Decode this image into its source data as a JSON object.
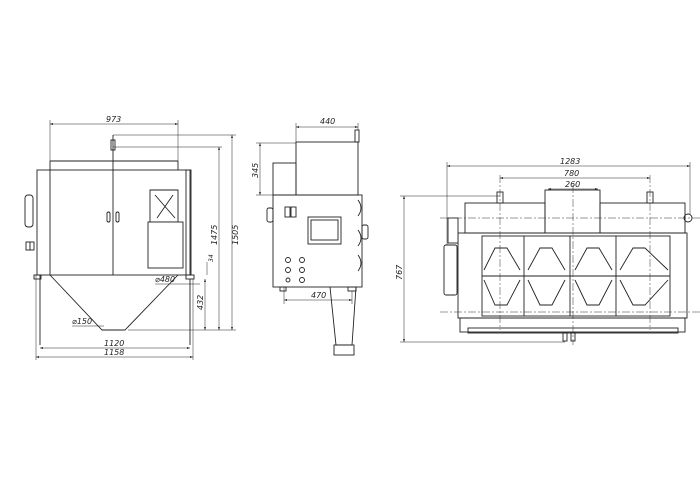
{
  "drawing": {
    "front_view": {
      "dimensions": {
        "top_width": "973",
        "overall_height": "1505",
        "body_height": "1475",
        "small_offset": "34",
        "outlet_diameter_large": "⌀480",
        "hopper_height": "432",
        "outlet_diameter_small": "⌀150",
        "inner_width": "1120",
        "overall_width": "1158"
      }
    },
    "side_view": {
      "dimensions": {
        "top_box_width": "440",
        "top_box_height": "345",
        "leg_spacing": "470"
      }
    },
    "top_view": {
      "dimensions": {
        "overall_length": "1283",
        "outer_spacing": "780",
        "center_box_width": "260",
        "depth": "767"
      }
    }
  }
}
